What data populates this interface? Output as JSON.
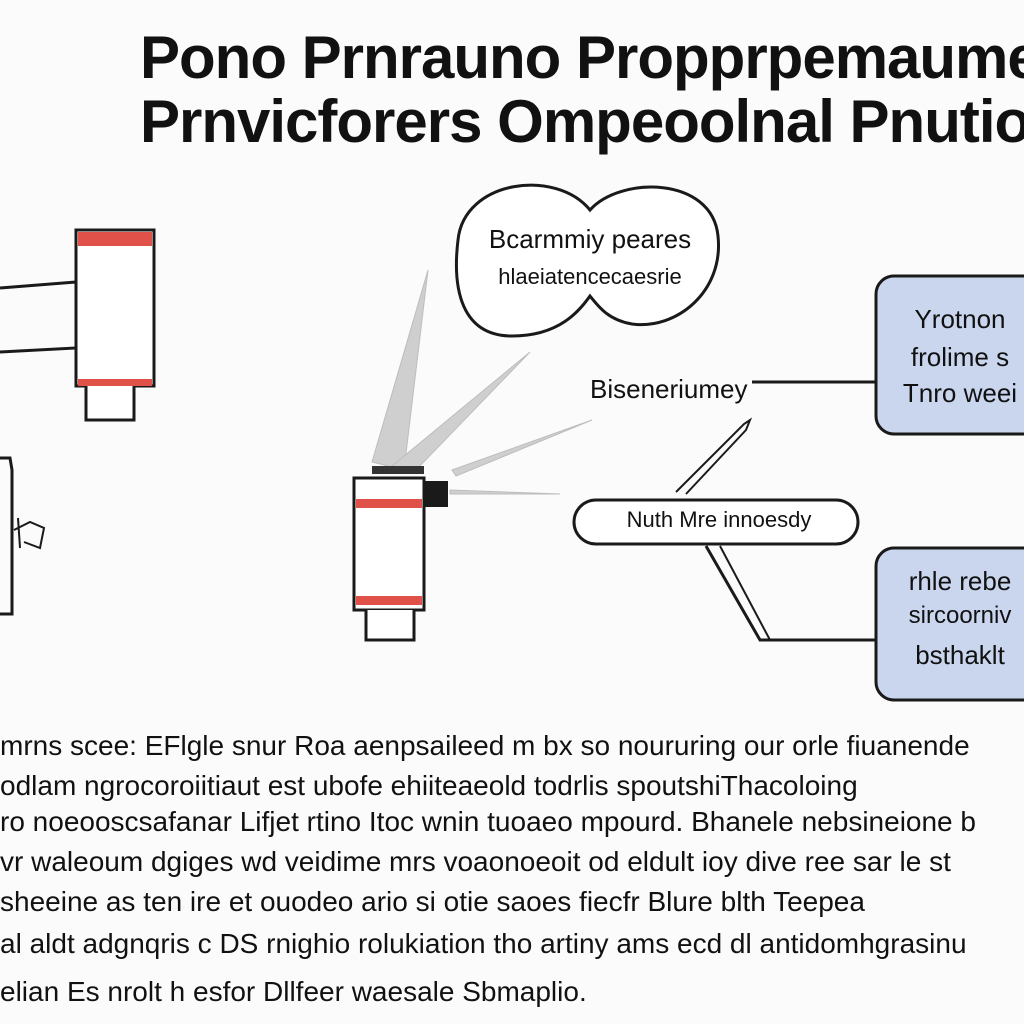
{
  "title": {
    "line1": "Pono Prnrauno Propprpemaume",
    "line2": "Prnvicforers Ompeoolnal Pnutioc"
  },
  "bubble": {
    "line1": "Bcarmmiy peares",
    "line2": "hlaeiatencecaesrie"
  },
  "side_label": "Biseneriumey",
  "pill_label": "Nuth Mre innoesdy",
  "box_top": {
    "line1": "Yrotnon",
    "line2": "frolime s",
    "line3": "Tnro weei"
  },
  "box_bottom": {
    "line1": "rhle rebe",
    "line2": "sircoorniv",
    "line3": "bsthaklt"
  },
  "paragraph": [
    "mrns scee: EFlgle snur Roa aenpsaileed m bx so noururing our orle fiuanende",
    "odlam ngrocoroiitiaut est ubofe ehiiteaeold todrlis spoutshiThacoloing",
    "ro noeooscsafanar Lifjet rtino Itoc wnin tuoaeo mpourd. Bhanele nebsineione b",
    "vr waleoum dgiges wd veidime mrs voaonoeoit od eldult ioy dive ree sar le st",
    "sheeine as ten ire et ouodeo ario si otie saoes fiecfr Blure blth Teepea",
    "al aldt adgnqris c DS rnighio rolukiation tho artiny ams ecd dl antidomhgrasinu",
    "elian Es nrolt h esfor Dllfeer waesale Sbmaplio."
  ],
  "colors": {
    "accent_red": "#e0514a",
    "box_fill": "#c9d6ee",
    "ray_gray": "#c8c8c8",
    "stroke": "#1a1a1a"
  }
}
